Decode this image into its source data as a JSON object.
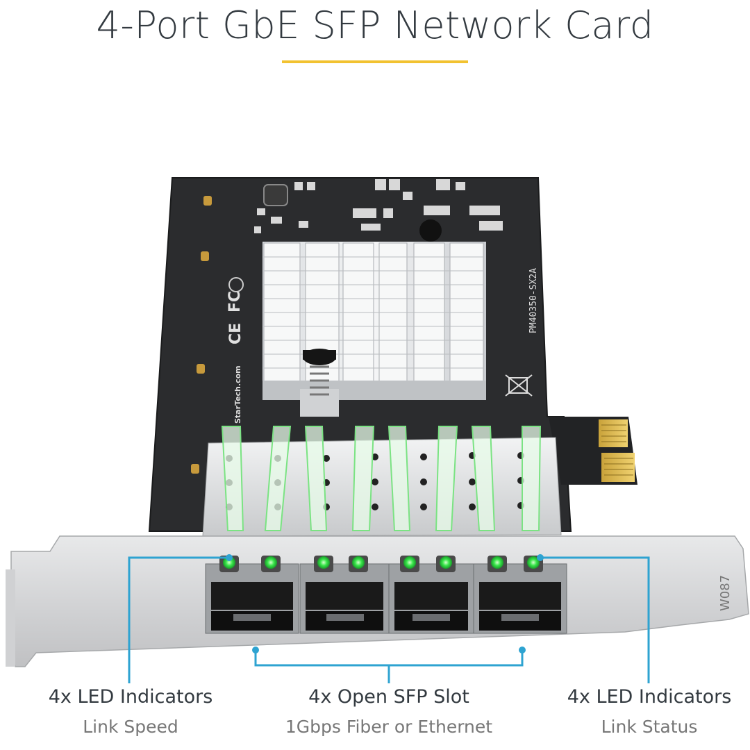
{
  "page": {
    "title": "4-Port GbE SFP Network Card",
    "accent_color": "#F2C230",
    "callout_color": "#2EA3D1",
    "title_color": "#333a40"
  },
  "product": {
    "board_model_marking": "PM40350-SX2A",
    "brand_marking": "StarTech.com",
    "bracket_marking": "W087",
    "led_color": "#39E64A",
    "sfp_port_count": 4,
    "led_count": 8
  },
  "callouts": [
    {
      "title": "4x LED Indicators",
      "subtitle": "Link Speed"
    },
    {
      "title": "4x Open SFP Slot",
      "subtitle": "1Gbps Fiber or Ethernet"
    },
    {
      "title": "4x LED Indicators",
      "subtitle": "Link Status"
    }
  ]
}
